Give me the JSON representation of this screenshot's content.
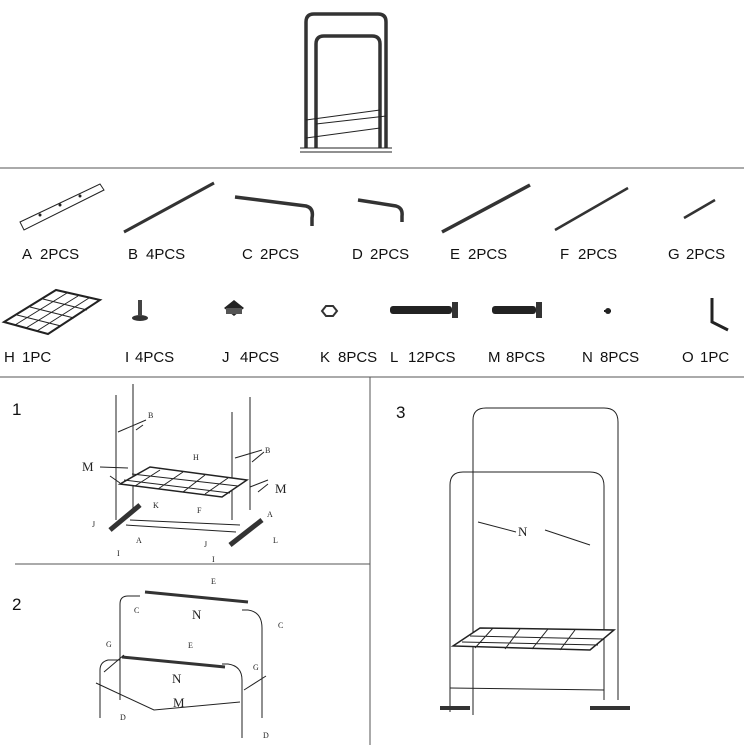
{
  "parts": [
    {
      "letter": "A",
      "qty": "2PCS",
      "icon": "base-bar-icon"
    },
    {
      "letter": "B",
      "qty": "4PCS",
      "icon": "straight-tube-icon"
    },
    {
      "letter": "C",
      "qty": "2PCS",
      "icon": "bent-tube-icon"
    },
    {
      "letter": "D",
      "qty": "2PCS",
      "icon": "short-bent-tube-icon"
    },
    {
      "letter": "E",
      "qty": "2PCS",
      "icon": "cross-tube-icon"
    },
    {
      "letter": "F",
      "qty": "2PCS",
      "icon": "rod-icon"
    },
    {
      "letter": "G",
      "qty": "2PCS",
      "icon": "short-rod-icon"
    },
    {
      "letter": "H",
      "qty": "1PC",
      "icon": "wire-shelf-icon"
    },
    {
      "letter": "I",
      "qty": "4PCS",
      "icon": "leveling-foot-icon"
    },
    {
      "letter": "J",
      "qty": "4PCS",
      "icon": "end-cap-icon"
    },
    {
      "letter": "K",
      "qty": "8PCS",
      "icon": "nut-icon"
    },
    {
      "letter": "L",
      "qty": "12PCS",
      "icon": "long-bolt-icon"
    },
    {
      "letter": "M",
      "qty": "8PCS",
      "icon": "bolt-icon"
    },
    {
      "letter": "N",
      "qty": "8PCS",
      "icon": "screw-icon"
    },
    {
      "letter": "O",
      "qty": "1PC",
      "icon": "allen-key-icon"
    }
  ],
  "steps": [
    {
      "number": "1",
      "tags": [
        "B",
        "B",
        "M",
        "M",
        "H",
        "K",
        "F",
        "A",
        "A",
        "J",
        "J",
        "I",
        "I",
        "L"
      ]
    },
    {
      "number": "2",
      "tags": [
        "E",
        "C",
        "C",
        "N",
        "E",
        "G",
        "G",
        "N",
        "M",
        "D",
        "D"
      ]
    },
    {
      "number": "3",
      "tags": [
        "N"
      ]
    }
  ]
}
